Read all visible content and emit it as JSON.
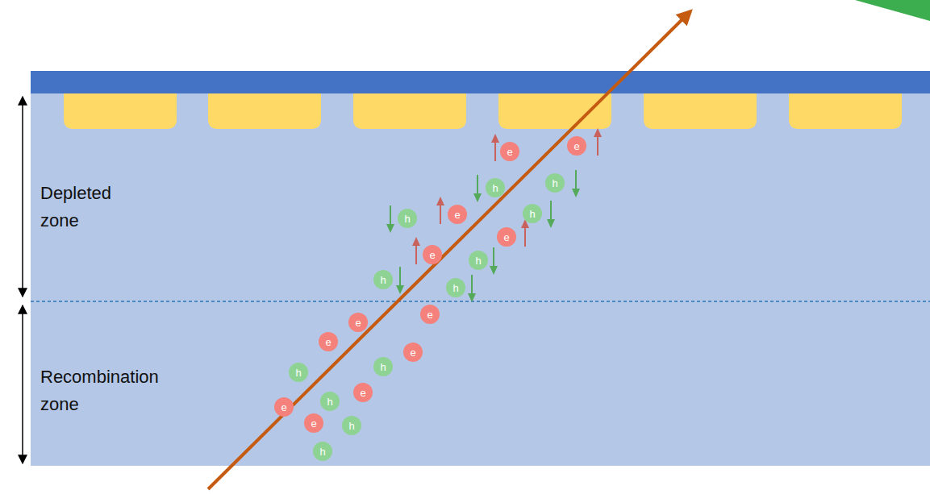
{
  "diagram": {
    "nodes": [
      {
        "text": [
          "e"
        ]
      },
      {
        "text": [
          "e"
        ]
      },
      {
        "text": [
          "h"
        ]
      },
      {
        "text": [
          "h"
        ]
      },
      {
        "text": [
          "h"
        ]
      },
      {
        "text": [
          "e"
        ]
      },
      {
        "text": [
          "h"
        ]
      },
      {
        "text": [
          "e"
        ]
      },
      {
        "text": [
          "e"
        ]
      },
      {
        "text": [
          "h"
        ]
      },
      {
        "text": [
          "h"
        ]
      },
      {
        "text": [
          "h"
        ]
      },
      {
        "text": [
          "e"
        ]
      },
      {
        "text": [
          "e"
        ]
      },
      {
        "text": [
          "e"
        ]
      },
      {
        "text": [
          "e"
        ]
      },
      {
        "text": [
          "h"
        ]
      },
      {
        "text": [
          "h"
        ]
      },
      {
        "text": [
          "e"
        ]
      },
      {
        "text": [
          "h"
        ]
      },
      {
        "text": [
          "e"
        ]
      },
      {
        "text": [
          "e"
        ]
      },
      {
        "text": [
          "h"
        ]
      },
      {
        "text": [
          "h"
        ]
      }
    ],
    "labels": [
      "Depleted zone",
      "Recombination zone"
    ]
  }
}
